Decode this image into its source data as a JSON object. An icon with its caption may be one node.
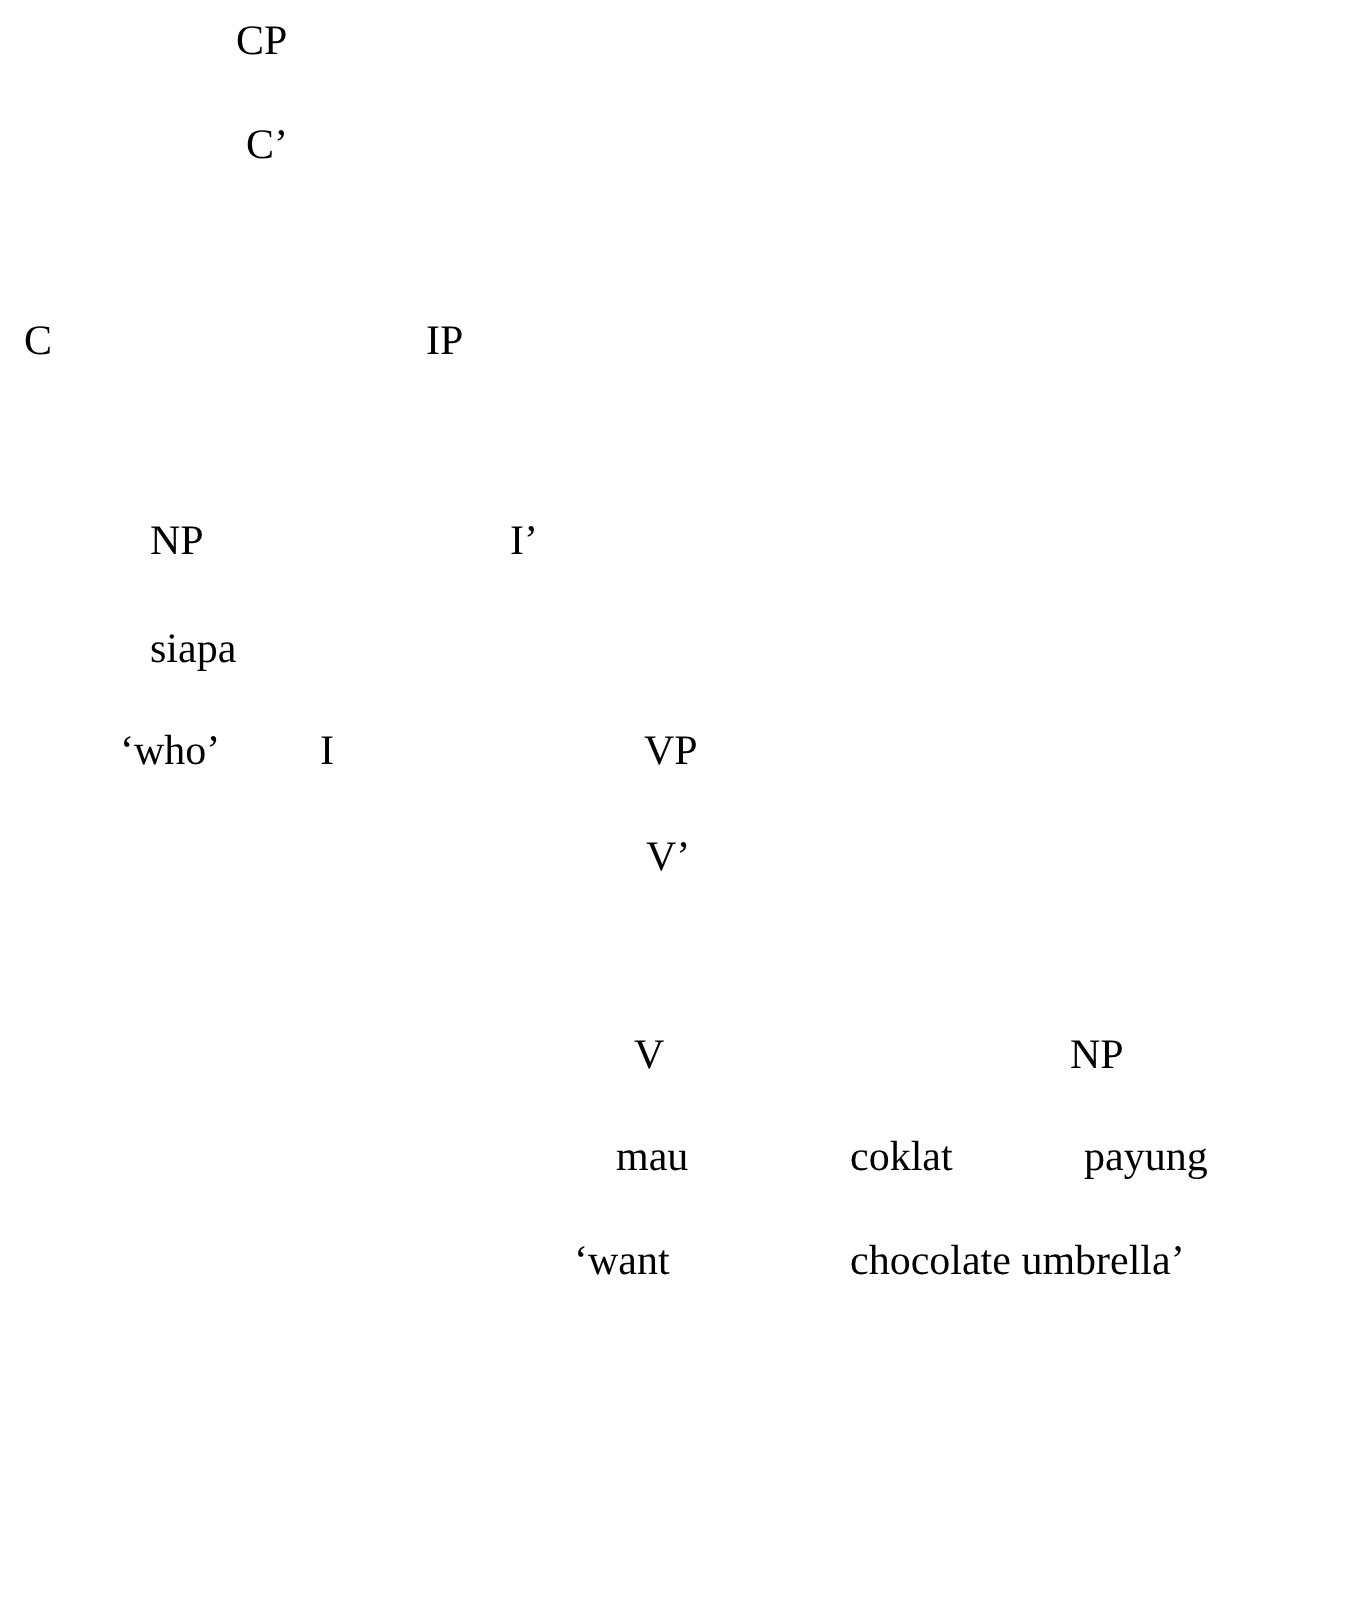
{
  "diagram": {
    "labels": [
      "CP",
      "C’",
      "C",
      "IP",
      "NP",
      "I’",
      "siapa",
      "‘who’",
      "I",
      "VP",
      "V’",
      "V",
      "NP",
      "mau",
      "coklat",
      "payung",
      "‘want",
      "chocolate umbrella’"
    ]
  }
}
